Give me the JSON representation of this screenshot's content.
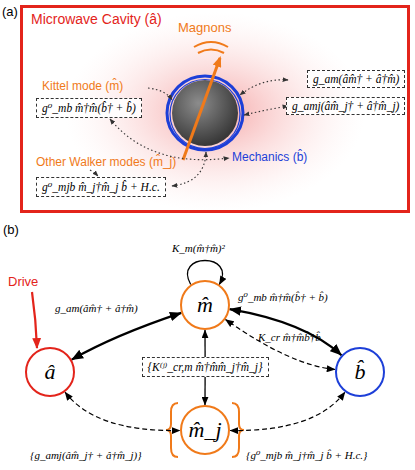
{
  "diagram": {
    "nodes": [
      {
        "text": [
          "Microwave Cavity (â)"
        ]
      },
      {
        "text": [
          "g_am(âm̂† + â†m̂)"
        ],
        "in": 0
      },
      {
        "text": [
          "g⁰_mb m̂†m̂(b̂† + b̂)"
        ],
        "in": 0
      },
      {
        "text": [
          "g_amj(âm̂_j† + â†m̂_j)"
        ],
        "in": 0
      },
      {
        "text": [
          "g⁰_mjb m̂_j†m̂_j b̂ + H.c."
        ],
        "in": 0
      },
      {
        "text": [
          "m̂"
        ]
      },
      {
        "text": [
          "â"
        ]
      },
      {
        "text": [
          "b̂"
        ]
      },
      {
        "text": [
          "{K⁽ʲ⁾_cr,m m̂†m̂m̂_j†m̂_j}"
        ]
      },
      {
        "text": [
          "m̂_j"
        ]
      }
    ],
    "edges": [
      {
        "from": 6,
        "to": 5,
        "arrow": "both",
        "label": "g_am(âm̂† + â†m̂)"
      },
      {
        "from": 5,
        "to": 7,
        "arrow": "both",
        "label": "g⁰_mb m̂†m̂(b̂† + b̂)"
      },
      {
        "from": 7,
        "to": 5,
        "arrow": "both",
        "label": "K_cr m̂†m̂b̂†b̂"
      },
      {
        "from": 5,
        "to": 5,
        "arrow": "to",
        "label": "K_m(m̂†m̂)²"
      },
      {
        "from": 8,
        "to": 5,
        "arrow": "to"
      },
      {
        "from": 8,
        "to": 9,
        "arrow": "to"
      },
      {
        "from": 6,
        "to": 9,
        "arrow": "both",
        "label": "{g_amj(âm̂_j† + â†m̂_j)}"
      },
      {
        "from": 9,
        "to": 7,
        "arrow": "both",
        "label": "{g⁰_mjb m̂_j†m̂_j b̂ + H.c.}"
      }
    ],
    "labels": [
      "(a)",
      "Magnons",
      "Kittel mode (m̂)",
      "Mechanics (b̂)",
      "Other Walker modes (m̂_j)",
      "(b)",
      "Drive"
    ]
  }
}
